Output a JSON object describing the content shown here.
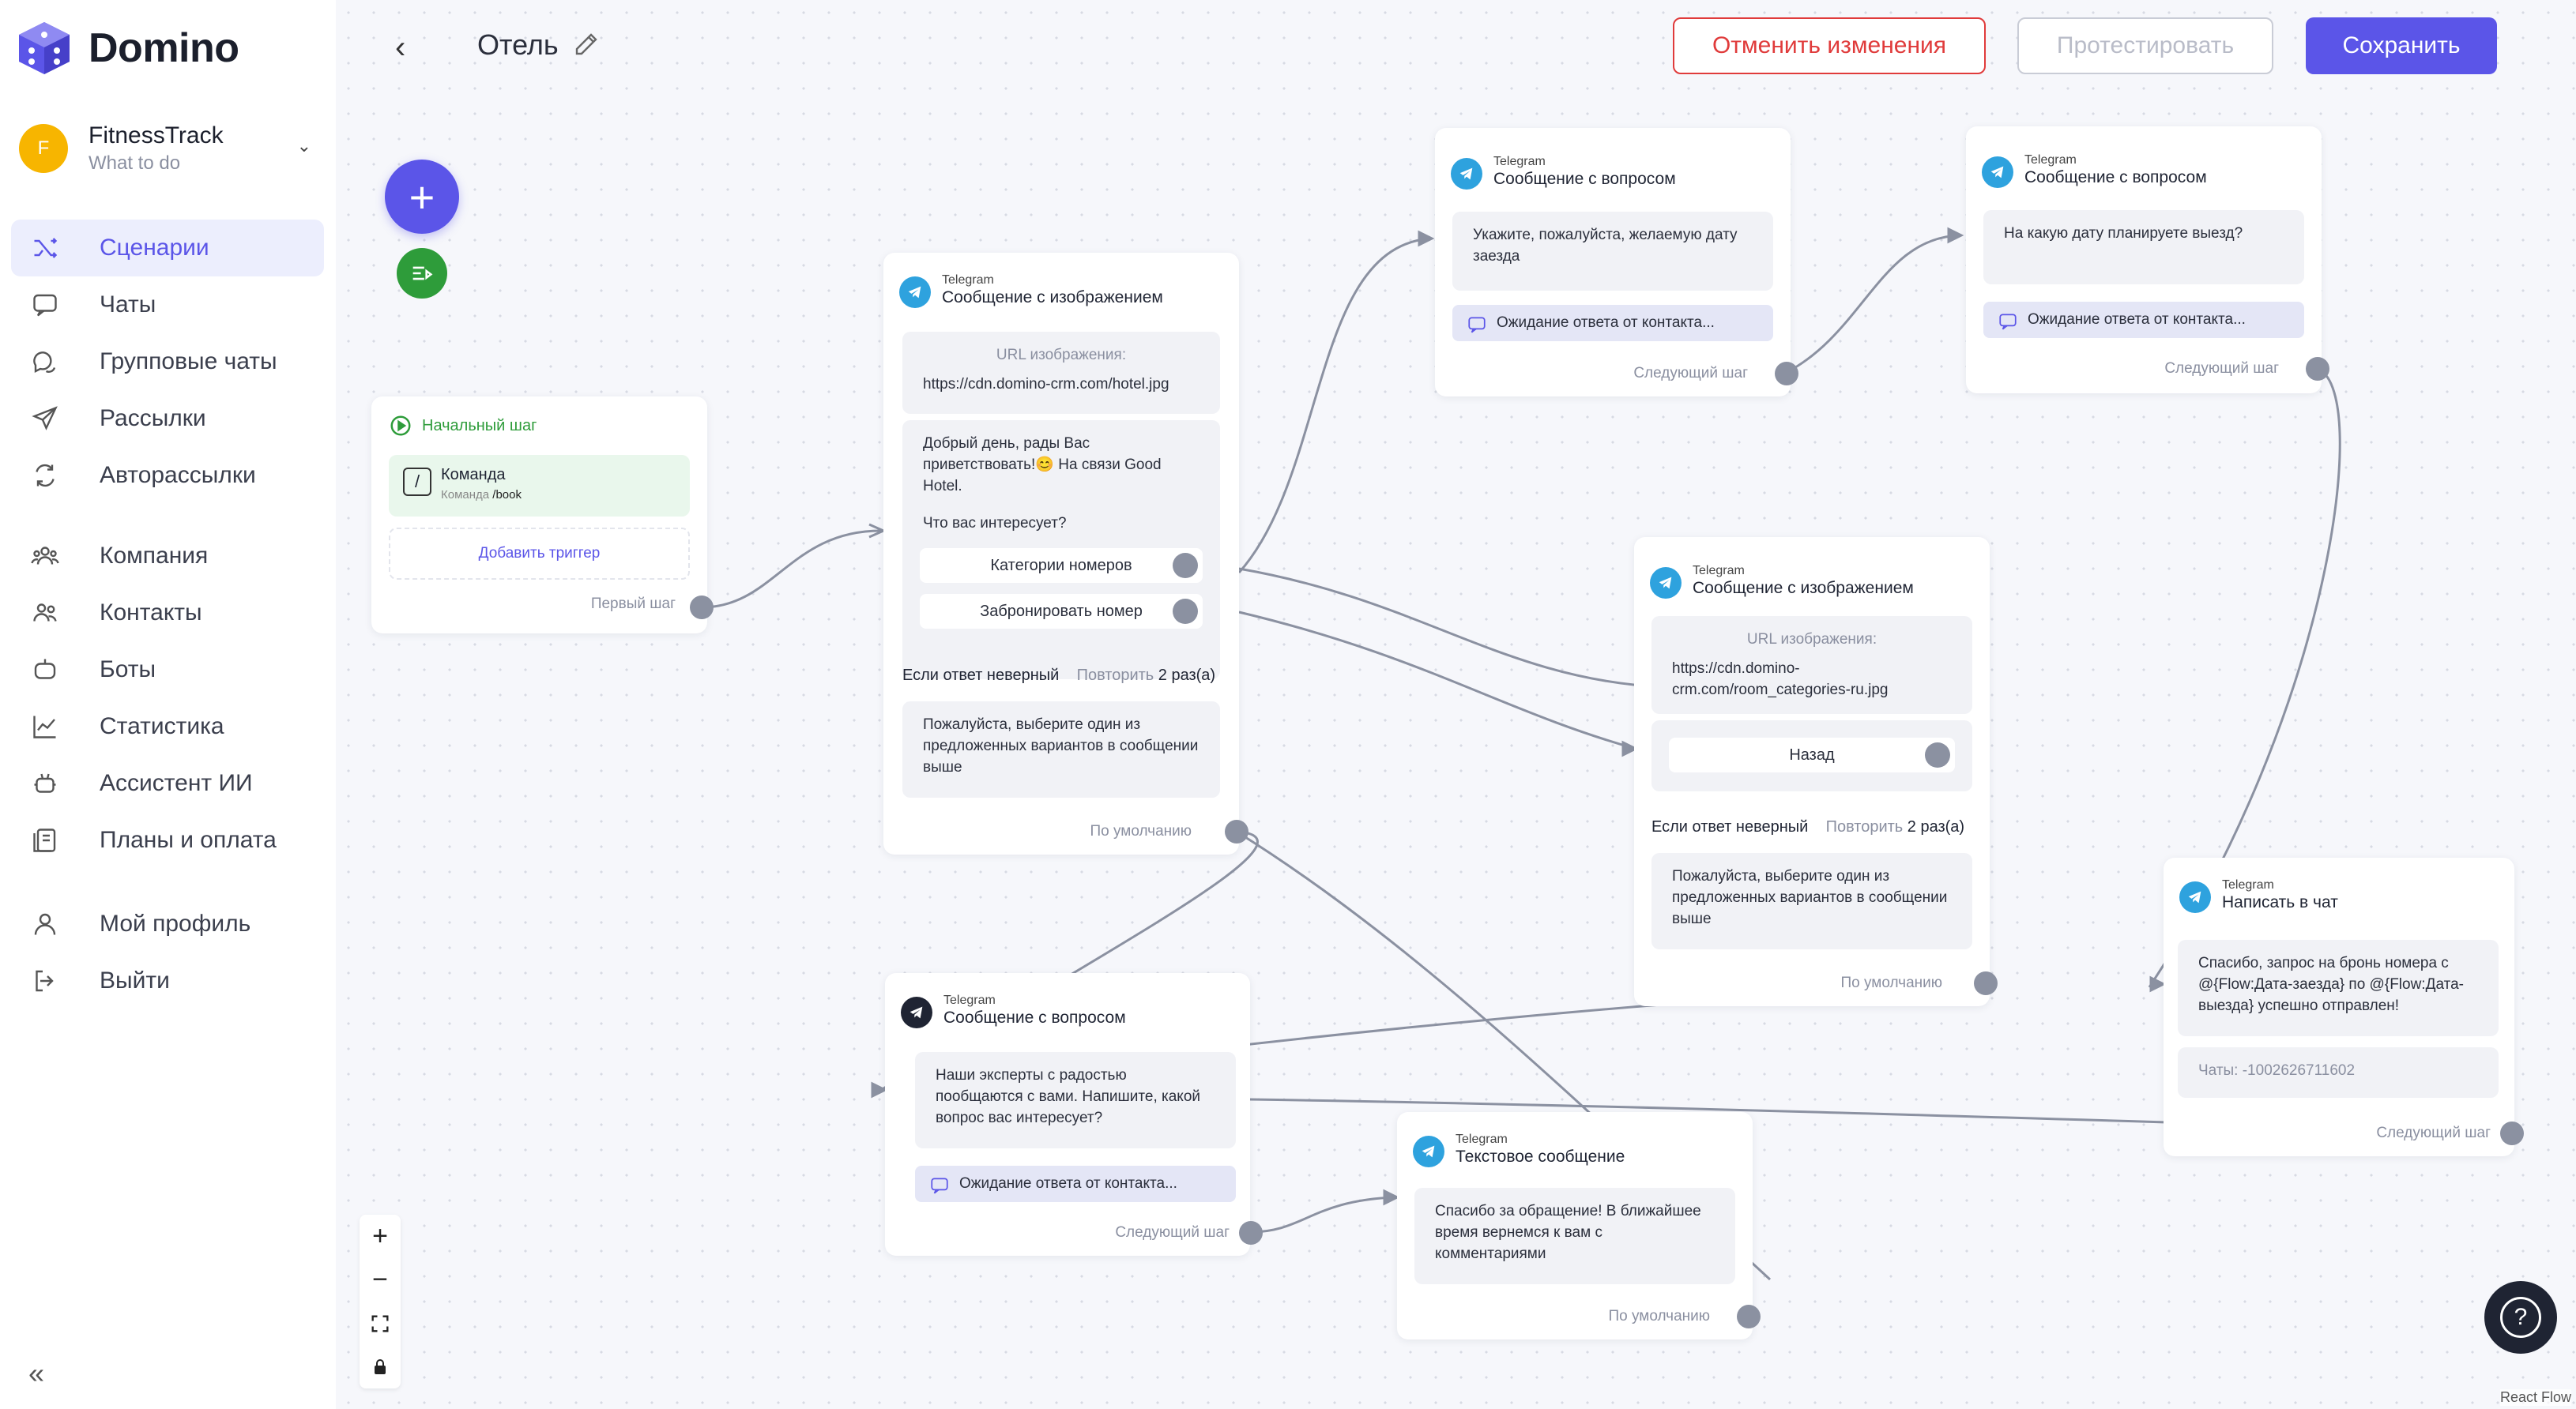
{
  "brand": {
    "name": "Domino"
  },
  "org": {
    "initial": "F",
    "name": "FitnessTrack",
    "subtitle": "What to do"
  },
  "nav": {
    "scenarios": "Сценарии",
    "chats": "Чаты",
    "group_chats": "Групповые чаты",
    "mailings": "Рассылки",
    "auto_mailings": "Авторассылки",
    "company": "Компания",
    "contacts": "Контакты",
    "bots": "Боты",
    "stats": "Статистика",
    "ai": "Ассистент ИИ",
    "plans": "Планы и оплата",
    "profile": "Мой профиль",
    "logout": "Выйти"
  },
  "header": {
    "title": "Отель",
    "cancel": "Отменить изменения",
    "test": "Протестировать",
    "save": "Сохранить"
  },
  "common": {
    "telegram": "Telegram",
    "wait": "Ожидание ответа от контакта...",
    "next_step": "Следующий шаг",
    "default": "По умолчанию",
    "if_wrong": "Если ответ неверный",
    "retry_label": "Повторить",
    "retry_count": "2 раз(а)",
    "wrong_text": "Пожалуйста, выберите один из предложенных вариантов в сообщении выше"
  },
  "start": {
    "title": "Начальный шаг",
    "cmd_label": "Команда",
    "cmd_sub_label": "Команда",
    "cmd_value": "/book",
    "add_trigger": "Добавить триггер",
    "first_step": "Первый шаг"
  },
  "node1": {
    "type": "Сообщение с изображением",
    "url_label": "URL изображения:",
    "url": "https://cdn.domino-crm.com/hotel.jpg",
    "text1": "Добрый день, рады Вас приветствовать!😊 На связи Good Hotel.",
    "text2": "Что вас интересует?",
    "btn1": "Категории номеров",
    "btn2": "Забронировать номер"
  },
  "node2": {
    "type": "Сообщение с вопросом",
    "text": "Укажите, пожалуйста, желаемую дату заезда"
  },
  "node3": {
    "type": "Сообщение с вопросом",
    "text": "На какую дату планируете выезд?"
  },
  "node4": {
    "type": "Сообщение с изображением",
    "url_label": "URL изображения:",
    "url": "https://cdn.domino-crm.com/room_categories-ru.jpg",
    "btn1": "Назад"
  },
  "node5": {
    "type": "Сообщение с вопросом",
    "text": "Наши эксперты с радостью пообщаются с вами. Напишите, какой вопрос вас интересует?"
  },
  "node6": {
    "type": "Текстовое сообщение",
    "text": "Спасибо за обращение! В ближайшее время вернемся к вам с комментариями"
  },
  "node7": {
    "type": "Написать в чат",
    "text": "Спасибо, запрос на бронь номера с @{Flow:Дата-заезда} по @{Flow:Дата-выезда} успешно отправлен!",
    "chats": "Чаты: -1002626711602"
  },
  "footer": {
    "react_flow": "React Flow"
  }
}
